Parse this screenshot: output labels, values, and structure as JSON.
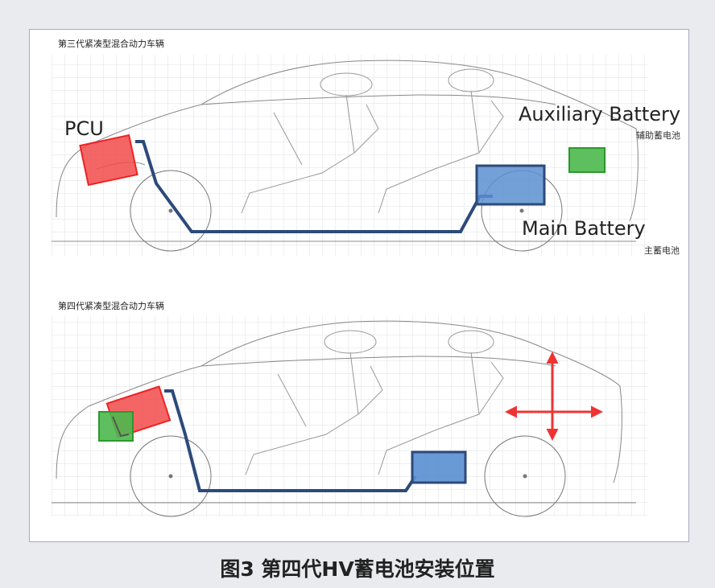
{
  "panels": {
    "top_title": "第三代紧凑型混合动力车辆",
    "bottom_title": "第四代紧凑型混合动力车辆"
  },
  "labels": {
    "pcu": "PCU",
    "aux_battery": "Auxiliary Battery",
    "aux_battery_cn": "辅助蓄电池",
    "main_battery": "Main Battery",
    "main_battery_cn": "主蓄电池"
  },
  "caption": "图3 第四代HV蓄电池安装位置",
  "colors": {
    "pcu": "#f24b4b",
    "aux_battery": "#4cb84c",
    "main_battery": "#5a8fd0",
    "frame_line": "#2c4a7a",
    "arrow": "#ee3333"
  }
}
